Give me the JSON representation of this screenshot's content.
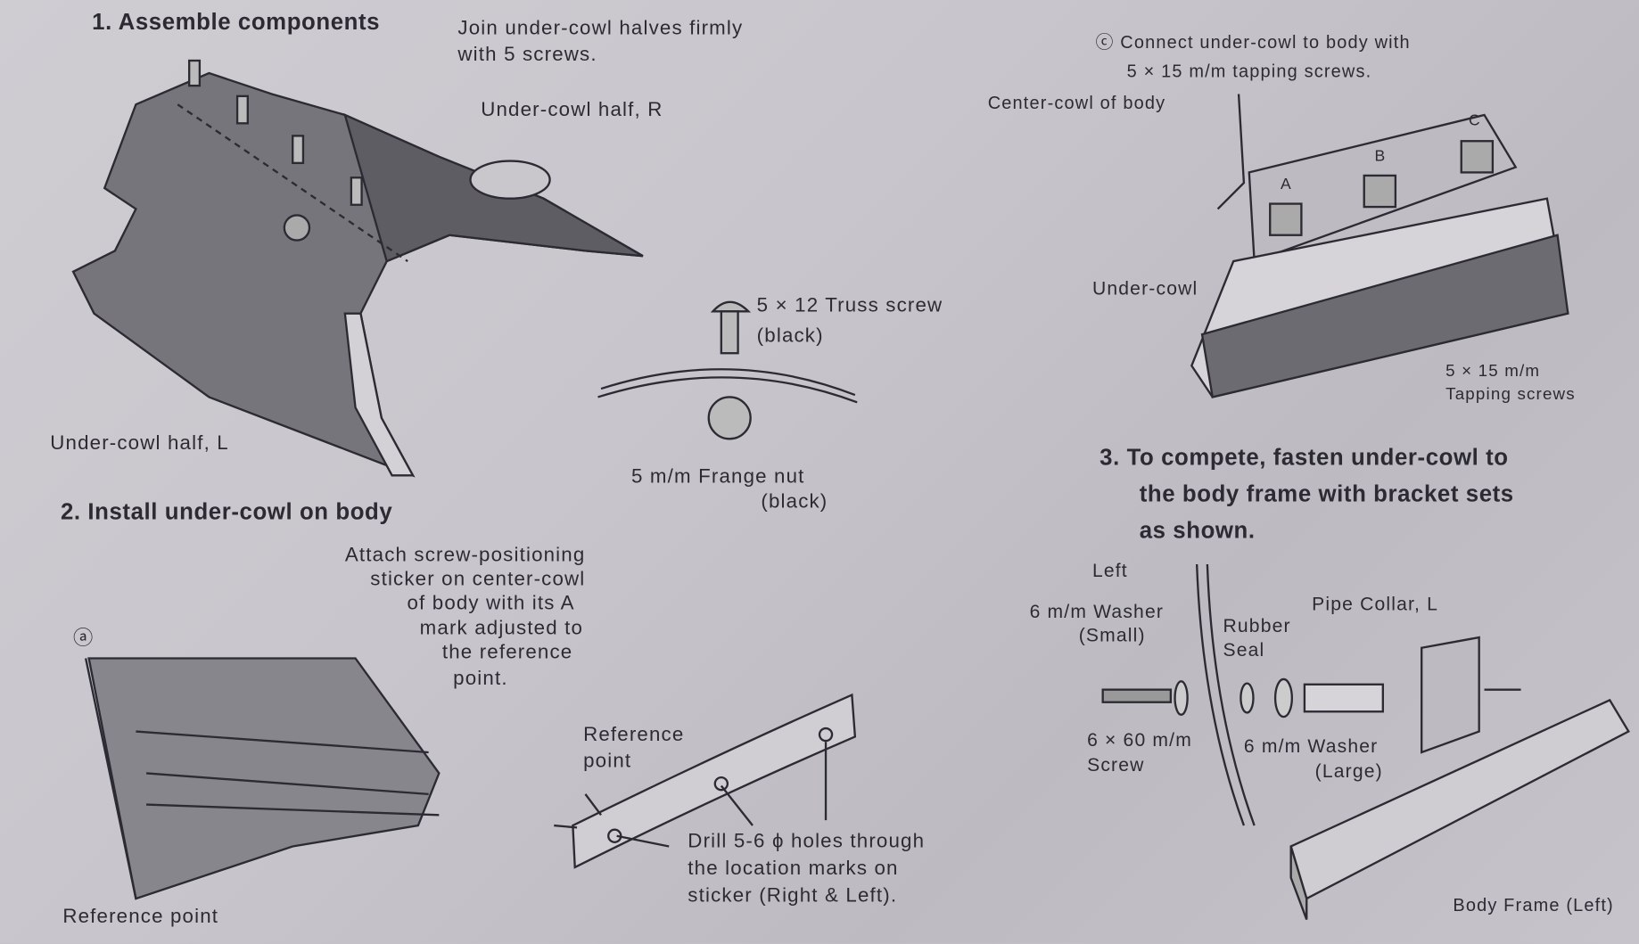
{
  "step1": {
    "title": "1. Assemble components",
    "instruction": [
      "Join under-cowl halves firmly",
      "with 5 screws."
    ],
    "label_half_r": "Under-cowl half, R",
    "label_half_l": "Under-cowl half, L",
    "truss_screw": [
      "5 × 12 Truss screw",
      "(black)"
    ],
    "flange_nut": [
      "5 m/m Frange nut",
      "(black)"
    ]
  },
  "step2": {
    "title": "2. Install under-cowl on body",
    "instruction": [
      "Attach screw-positioning",
      "sticker on center-cowl",
      "of body with its A",
      "mark adjusted to",
      "the reference",
      "point."
    ],
    "marker_a": "ⓐ",
    "reference_point_1": "Reference point",
    "reference_point_2": [
      "Reference",
      "point"
    ],
    "drill_note": [
      "Drill 5-6 ϕ holes through",
      "the location marks on",
      "sticker (Right & Left)."
    ]
  },
  "step_c": {
    "instruction": [
      "ⓒ Connect under-cowl to body with",
      "5 × 15 m/m tapping screws."
    ],
    "center_cowl": "Center-cowl of body",
    "marks": [
      "A",
      "B",
      "C"
    ],
    "under_cowl": "Under-cowl",
    "tapping_screws": [
      "5 × 15 m/m",
      "Tapping screws"
    ]
  },
  "step3": {
    "title": [
      "3. To compete, fasten under-cowl to",
      "the body frame with bracket sets",
      "as shown."
    ],
    "left": "Left",
    "washer_small": [
      "6 m/m Washer",
      "(Small)"
    ],
    "rubber_seal": [
      "Rubber",
      "Seal"
    ],
    "pipe_collar": "Pipe Collar, L",
    "screw": [
      "6 × 60 m/m",
      "Screw"
    ],
    "washer_large": [
      "6 m/m Washer",
      "(Large)"
    ],
    "body_frame": "Body Frame (Left)"
  }
}
